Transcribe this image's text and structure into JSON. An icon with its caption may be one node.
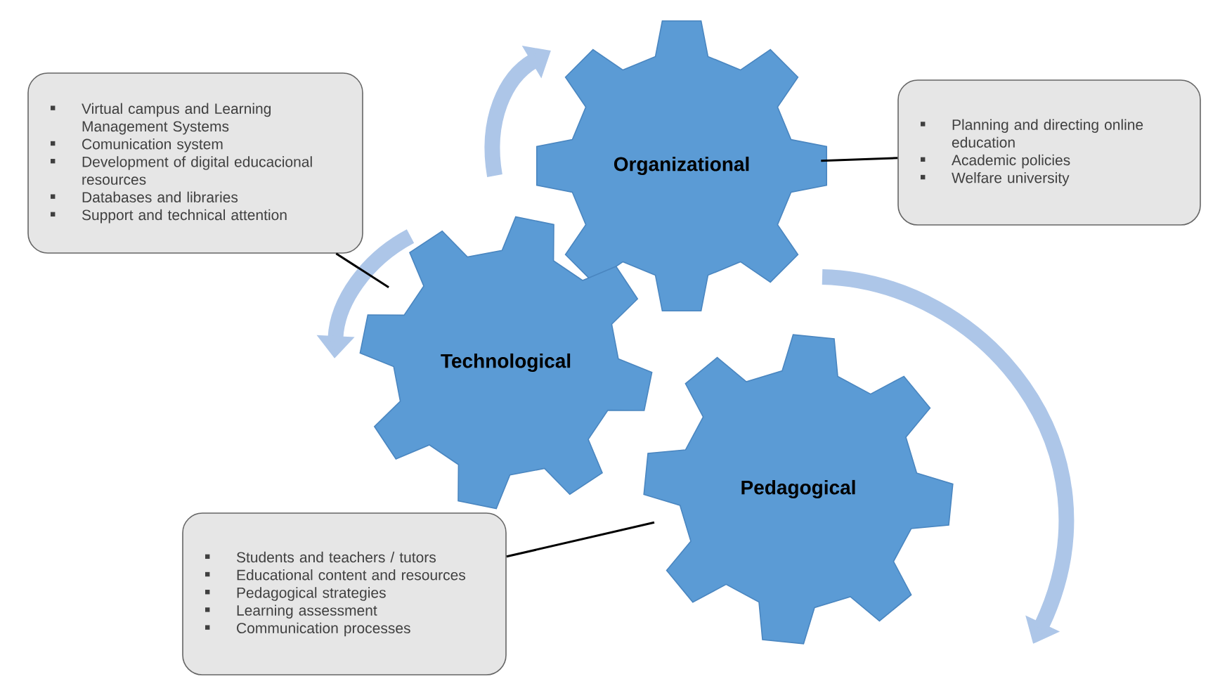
{
  "diagram": {
    "nodes": [
      {
        "text": [
          "Virtual campus and Learning Management Systems",
          "Comunication system",
          "Development of digital educacional resources",
          "Databases and libraries",
          "Support and technical attention"
        ]
      },
      {
        "text": [
          "Organizational"
        ]
      },
      {
        "text": [
          "Planning and directing online education",
          "Academic policies",
          "Welfare university"
        ]
      },
      {
        "text": [
          "Technological"
        ]
      },
      {
        "text": [
          "Pedagogical"
        ]
      },
      {
        "text": [
          "Students and teachers / tutors",
          "Educational content and resources",
          "Pedagogical strategies",
          "Learning assessment",
          "Communication processes"
        ]
      }
    ],
    "edges": [
      {
        "from": 0,
        "to": 3,
        "arrow": "none"
      },
      {
        "from": 2,
        "to": 1,
        "arrow": "none"
      },
      {
        "from": 5,
        "to": 4,
        "arrow": "none"
      }
    ]
  }
}
